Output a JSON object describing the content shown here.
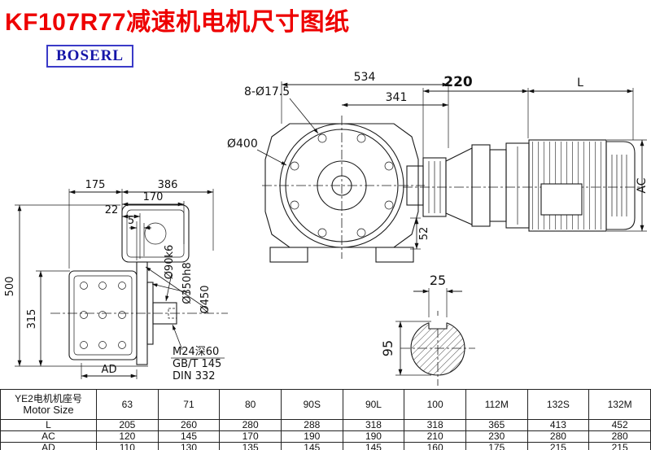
{
  "page": {
    "title": "KF107R77减速机电机尺寸图纸",
    "brand": "BOSERL"
  },
  "front_view": {
    "dim_width_total": "534",
    "dim_width_flange": "341",
    "bolt_holes": "8-Ø17.5",
    "flange_dia": "Ø400",
    "dim_adapter": "220",
    "dim_motor_length": "L",
    "dim_motor_dia": "AC",
    "dim_foot": "52"
  },
  "side_view": {
    "dim_body": "175",
    "dim_total": "386",
    "dim_flange_face": "170",
    "dim_step": "22",
    "dim_gap": "5",
    "dim_height_total": "500",
    "dim_height_center": "315",
    "shaft_dia": "Ø90k6",
    "pilot_dia": "Ø350h8",
    "flange_dia": "Ø450",
    "dim_ad": "AD",
    "notes": [
      "M24深60",
      "GB/T 145",
      "DIN 332"
    ]
  },
  "shaft_section": {
    "keyway_width": "25",
    "shaft_dia": "95"
  },
  "table": {
    "header_cn": "YE2电机机座号",
    "header_en": "Motor Size",
    "sizes": [
      "63",
      "71",
      "80",
      "90S",
      "90L",
      "100",
      "112M",
      "132S",
      "132M"
    ],
    "rows": [
      {
        "label": "L",
        "values": [
          "205",
          "260",
          "280",
          "288",
          "318",
          "318",
          "365",
          "413",
          "452"
        ]
      },
      {
        "label": "AC",
        "values": [
          "120",
          "145",
          "170",
          "190",
          "190",
          "210",
          "230",
          "280",
          "280"
        ]
      },
      {
        "label": "AD",
        "values": [
          "110",
          "130",
          "135",
          "145",
          "145",
          "160",
          "175",
          "215",
          "215"
        ]
      }
    ]
  }
}
